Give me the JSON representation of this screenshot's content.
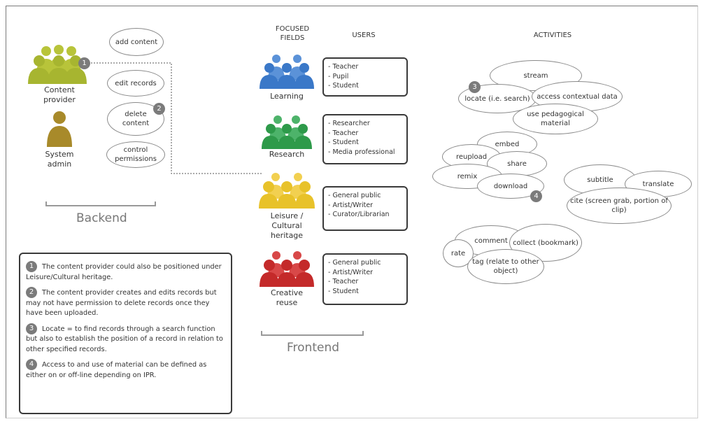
{
  "backend": {
    "title": "Backend",
    "roles": [
      {
        "label": "Content provider",
        "color": "#b8c43a"
      },
      {
        "label": "System admin",
        "color": "#a88a2a"
      }
    ],
    "actions": [
      "add content",
      "edit records",
      "delete content",
      "control permissions"
    ]
  },
  "frontend": {
    "title": "Frontend",
    "focused_fields_header": "FOCUSED FIELDS",
    "users_header": "USERS",
    "fields": [
      {
        "label": "Learning",
        "color": "#3a78c8",
        "users": [
          "- Teacher",
          "- Pupil",
          "- Student"
        ]
      },
      {
        "label": "Research",
        "color": "#2e9a4a",
        "users": [
          "- Researcher",
          "- Teacher",
          "- Student",
          "- Media professional"
        ]
      },
      {
        "label": "Leisure / Cultural heritage",
        "color": "#e8c22a",
        "users": [
          "- General public",
          "- Artist/Writer",
          "- Curator/Librarian"
        ]
      },
      {
        "label": "Creative reuse",
        "color": "#c42a2a",
        "users": [
          "- General public",
          "- Artist/Writer",
          "- Teacher",
          "- Student"
        ]
      }
    ]
  },
  "activities": {
    "header": "ACTIVITIES",
    "items": [
      "stream",
      "locate (i.e. search)",
      "access contextual data",
      "use pedagogical material",
      "embed",
      "reupload",
      "share",
      "remix",
      "download",
      "subtitle",
      "translate",
      "cite (screen grab, portion of clip)",
      "comment",
      "collect (bookmark)",
      "rate",
      "tag (relate to other object)"
    ]
  },
  "badges": [
    "1",
    "2",
    "3",
    "4"
  ],
  "notes": [
    {
      "num": "1",
      "text": "The content provider could also be positioned under Leisure/Cultural heritage."
    },
    {
      "num": "2",
      "text": "The content provider creates and edits records but may not have permission to delete records once they have been uploaded."
    },
    {
      "num": "3",
      "text": "Locate = to find records through a search function but also to establish the position of a record in relation to other specified records."
    },
    {
      "num": "4",
      "text": "Access to and use of material can be defined as either on or off-line depending on IPR."
    }
  ]
}
